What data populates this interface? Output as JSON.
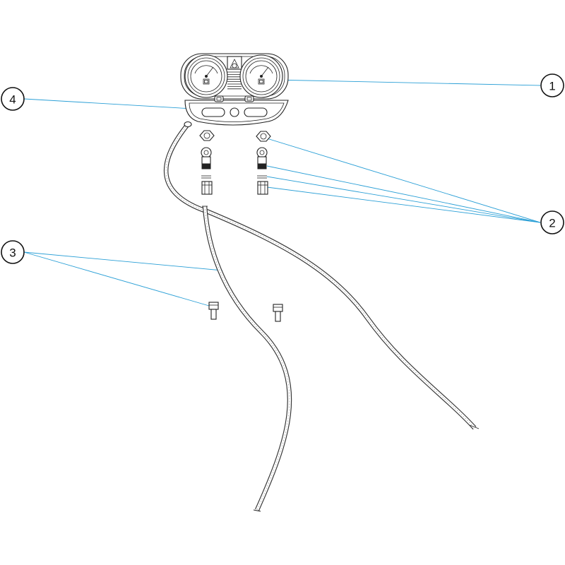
{
  "diagram": {
    "leader_color": "#2a9fd6",
    "callouts": [
      {
        "id": "1",
        "label": "1",
        "part": "gauge-manifold"
      },
      {
        "id": "2",
        "label": "2",
        "part": "fittings"
      },
      {
        "id": "3",
        "label": "3",
        "part": "hoses"
      },
      {
        "id": "4",
        "label": "4",
        "part": "manifold-body"
      }
    ],
    "icons": [
      "pressure-gauge-icon",
      "manifold-valve-icon",
      "hex-nut-icon",
      "hose-icon",
      "connector-icon"
    ]
  }
}
